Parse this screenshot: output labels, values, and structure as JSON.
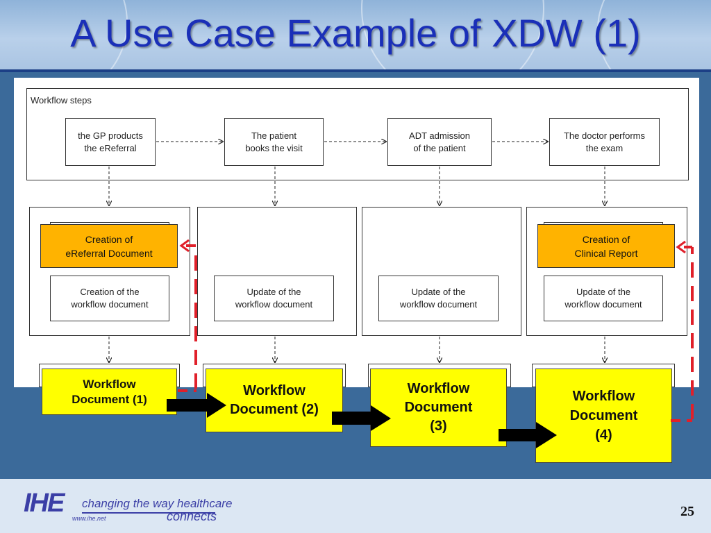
{
  "title": "A Use Case Example of XDW (1)",
  "workflow_label": "Workflow steps",
  "steps": [
    "the GP products\nthe eReferral",
    "The patient\nbooks the visit",
    "ADT admission\nof the patient",
    "The doctor performs\nthe exam"
  ],
  "orange_boxes": [
    "Creation of\neReferral Document",
    "Creation of\nClinical Report"
  ],
  "workflow_updates": [
    "Creation of the\nworkflow document",
    "Update of the\nworkflow document",
    "Update of the\nworkflow document",
    "Update of the\nworkflow document"
  ],
  "workflow_documents": [
    "Workflow\nDocument  (1)",
    "Workflow\nDocument  (2)",
    "Workflow\nDocument\n(3)",
    "Workflow\nDocument\n(4)"
  ],
  "footer": {
    "logo": "IHE",
    "tagline": "changing the way healthcare",
    "connects": "connects",
    "url": "www.ihe.net",
    "page_number": "25"
  },
  "colors": {
    "title": "#1a2fb8",
    "background": "#3b6a9a",
    "orange": "#ffb300",
    "yellow": "#ffff00",
    "red_dash": "#e0202a"
  }
}
